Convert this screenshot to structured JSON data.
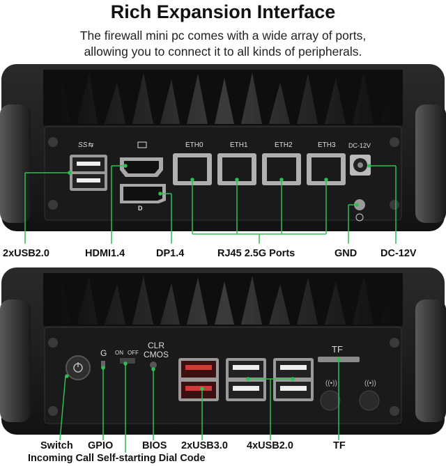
{
  "header": {
    "title": "Rich Expansion Interface",
    "subtitle_line1": "The firewall mini pc comes with a wide array of ports,",
    "subtitle_line2": "allowing you to connect it to all kinds of peripherals."
  },
  "top_panel": {
    "port_labels": [
      "ETH0",
      "ETH1",
      "ETH2",
      "ETH3"
    ],
    "power_label": "DC-12V",
    "usb_glyph": "SS⇆",
    "callouts": {
      "usb2": "2xUSB2.0",
      "hdmi": "HDMI1.4",
      "dp": "DP1.4",
      "rj45": "RJ45 2.5G Ports",
      "gnd": "GND",
      "dc": "DC-12V"
    }
  },
  "bottom_panel": {
    "gpio_mark": "G",
    "switch_on": "ON",
    "switch_off": "OFF",
    "clr_line1": "CLR",
    "clr_line2": "CMOS",
    "tf_mark": "TF",
    "callouts": {
      "switch": "Switch",
      "gpio": "GPIO",
      "bios": "BIOS",
      "usb3": "2xUSB3.0",
      "usb2": "4xUSB2.0",
      "tf": "TF",
      "dial": "Incoming Call Self-starting Dial Code"
    }
  },
  "colors": {
    "accent_green": "#2fbf4f",
    "chassis": "#1c1c1c",
    "usb3_red": "#d23a3a"
  }
}
